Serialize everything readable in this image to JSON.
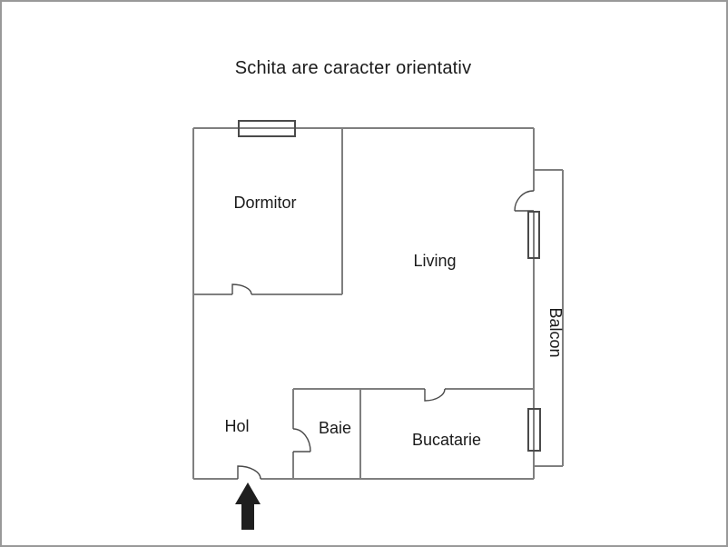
{
  "title": "Schita are caracter orientativ",
  "rooms": {
    "dormitor": {
      "label": "Dormitor"
    },
    "living": {
      "label": "Living"
    },
    "hol": {
      "label": "Hol"
    },
    "baie": {
      "label": "Baie"
    },
    "bucatarie": {
      "label": "Bucatarie"
    },
    "balcon": {
      "label": "Balcon"
    }
  },
  "entrance": {
    "indicator": "arrow-up"
  },
  "colors": {
    "background": "#ffffff",
    "frame": "#999999",
    "wall": "#7f7f7f",
    "detail": "#4a4a4a",
    "text": "#1a1a1a",
    "arrow": "#1f1f1f"
  }
}
